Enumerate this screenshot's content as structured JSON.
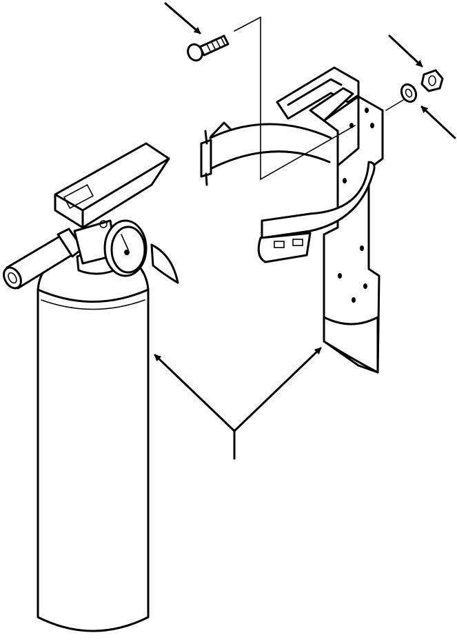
{
  "diagram": {
    "parts": {
      "extinguisher": "fire-extinguisher",
      "bracket": "mounting-bracket",
      "bolt": "bolt",
      "nut": "nut",
      "washer": "washer"
    },
    "colors": {
      "ink": "#000000",
      "paper": "#ffffff"
    }
  }
}
